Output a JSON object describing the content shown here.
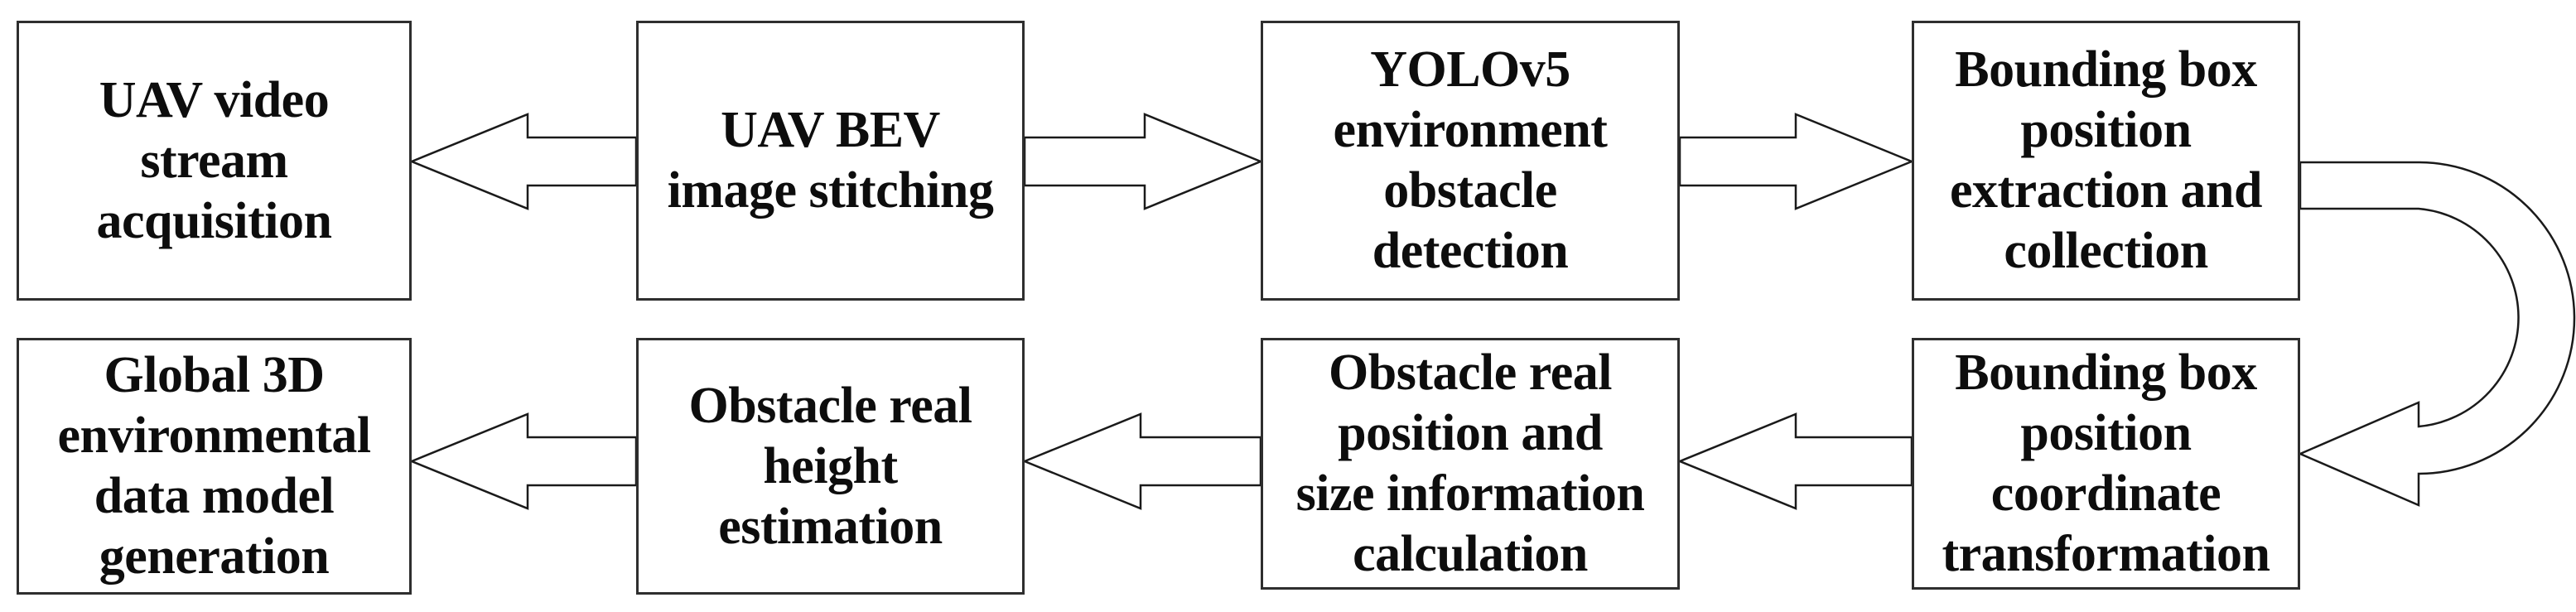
{
  "diagram": {
    "title": "UAV BEV obstacle detection and 3D environment modeling pipeline",
    "colors": {
      "background": "#ffffff",
      "box_border": "#2e2e2e",
      "text": "#0d0d0d",
      "arrow_outline": "#1a1a1a",
      "arrow_fill": "#ffffff"
    },
    "nodes": [
      {
        "id": "n1",
        "label": "UAV video\nstream\nacquisition"
      },
      {
        "id": "n2",
        "label": "UAV BEV\nimage stitching"
      },
      {
        "id": "n3",
        "label": "YOLOv5\nenvironment\nobstacle\ndetection"
      },
      {
        "id": "n4",
        "label": "Bounding box\nposition\nextraction and\ncollection"
      },
      {
        "id": "n5",
        "label": "Global 3D\nenvironmental\ndata model\ngeneration"
      },
      {
        "id": "n6",
        "label": "Obstacle real\nheight\nestimation"
      },
      {
        "id": "n7",
        "label": "Obstacle real\nposition and\nsize information\ncalculation"
      },
      {
        "id": "n8",
        "label": "Bounding box\nposition\ncoordinate\ntransformation"
      }
    ],
    "connections": [
      {
        "from": "n2",
        "to": "n1",
        "style": "hollow-block-arrow",
        "direction": "left"
      },
      {
        "from": "n2",
        "to": "n3",
        "style": "hollow-block-arrow",
        "direction": "right"
      },
      {
        "from": "n3",
        "to": "n4",
        "style": "hollow-block-arrow",
        "direction": "right"
      },
      {
        "from": "n4",
        "to": "n8",
        "style": "hollow-u-turn-arrow",
        "direction": "right-down-left"
      },
      {
        "from": "n8",
        "to": "n7",
        "style": "hollow-block-arrow",
        "direction": "left"
      },
      {
        "from": "n7",
        "to": "n6",
        "style": "hollow-block-arrow",
        "direction": "left"
      },
      {
        "from": "n6",
        "to": "n5",
        "style": "hollow-block-arrow",
        "direction": "left"
      }
    ]
  }
}
